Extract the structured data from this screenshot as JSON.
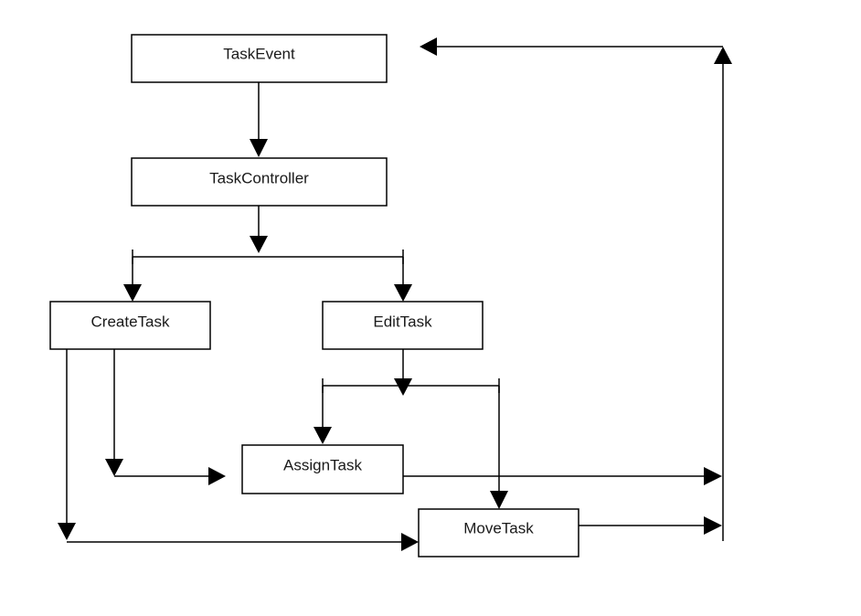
{
  "diagram": {
    "nodes": {
      "task_event": "TaskEvent",
      "task_controller": "TaskController",
      "create_task": "CreateTask",
      "edit_task": "EditTask",
      "assign_task": "AssignTask",
      "move_task": "MoveTask"
    },
    "edges": [
      {
        "from": "TaskEvent",
        "to": "TaskController"
      },
      {
        "from": "TaskController",
        "to": "CreateTask"
      },
      {
        "from": "TaskController",
        "to": "EditTask"
      },
      {
        "from": "EditTask",
        "to": "AssignTask"
      },
      {
        "from": "EditTask",
        "to": "MoveTask"
      },
      {
        "from": "CreateTask",
        "to": "AssignTask"
      },
      {
        "from": "CreateTask",
        "to": "MoveTask"
      },
      {
        "from": "AssignTask",
        "to": "TaskEvent"
      },
      {
        "from": "MoveTask",
        "to": "TaskEvent"
      }
    ],
    "colors": {
      "stroke": "#000000",
      "box_fill": "#ffffff",
      "text": "#1a1a1a"
    }
  }
}
